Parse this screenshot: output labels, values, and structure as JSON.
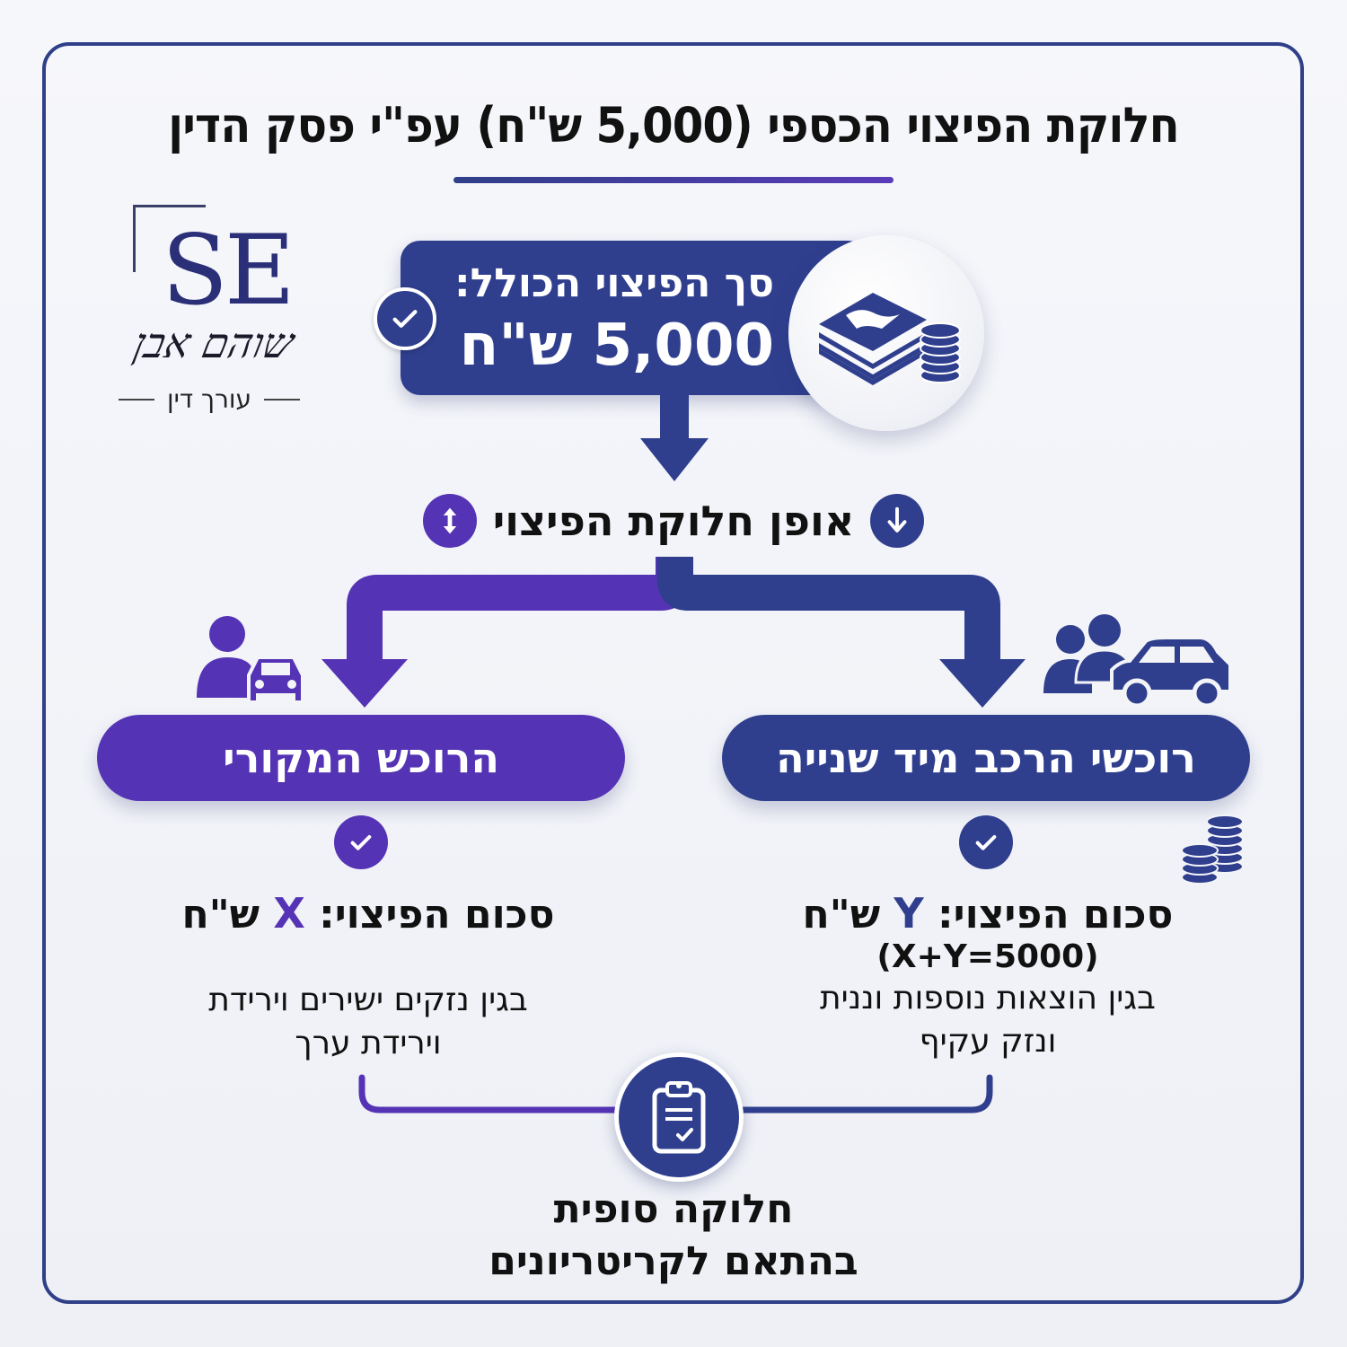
{
  "title": "חלוקת הפיצוי הכספי (5,000 ש\"ח) עפ\"י פסק הדין",
  "logo": {
    "monogram": "SE",
    "name_script": "שוהם אבן",
    "subtitle": "עורך דין"
  },
  "total": {
    "label": "סך הפיצוי הכולל:",
    "value": "5,000 ש\"ח",
    "icons": [
      "check-icon",
      "money-stack-icon",
      "coins-icon"
    ]
  },
  "method": {
    "label": "אופן חלוקת הפיצוי",
    "icons": [
      "arrow-down-circle-icon",
      "arrows-vertical-circle-icon"
    ]
  },
  "branches": [
    {
      "id": "second-hand-buyers",
      "title": "רוכשי הרכב מיד שנייה",
      "amount_prefix": "סכום הפיצוי:",
      "variable": "Y",
      "currency": "ש\"ח",
      "formula": "(X+Y=5000)",
      "description_line1": "בגין הוצאות נוספות וננית",
      "description_line2": "ונזק עקיף",
      "color": "#2f3f8e",
      "icons": [
        "people-car-icon",
        "check-icon",
        "coins-icon"
      ]
    },
    {
      "id": "original-buyer",
      "title": "הרוכש המקורי",
      "amount_prefix": "סכום הפיצוי:",
      "variable": "X",
      "currency": "ש\"ח",
      "description_line1": "בגין נזקים ישירים וירידת",
      "description_line2": "וירידת ערך",
      "color": "#5533b5",
      "icons": [
        "person-car-icon",
        "check-icon"
      ]
    }
  ],
  "final": {
    "line1": "חלוקה סופית",
    "line2": "בהתאם לקריטריונים",
    "icon": "clipboard-check-icon"
  },
  "colors": {
    "navy": "#2f3f8e",
    "purple": "#5533b5",
    "frame": "#2f3f88",
    "background": "#f3f4f8"
  }
}
